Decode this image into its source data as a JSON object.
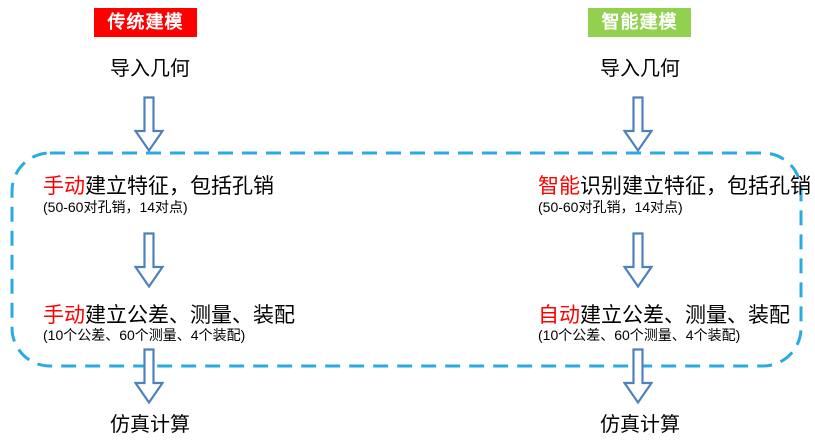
{
  "palette": {
    "traditional_header_bg": "#ff0000",
    "intelligent_header_bg": "#92d050",
    "highlight_red": "#ff0000",
    "arrow_blue": "#4f81bd",
    "dash_box_blue": "#29abe2",
    "text_black": "#000000"
  },
  "boundary_box": {
    "style": "dashed rounded rectangle",
    "meaning": "steps enclosed by the dashed boundary"
  },
  "columns": [
    {
      "id": "traditional",
      "header": "传统建模",
      "import_label": "导入几何",
      "step1": {
        "highlight": "手动",
        "rest": "建立特征，包括孔销",
        "sub": "(50-60对孔销，14对点)"
      },
      "step2": {
        "highlight": "手动",
        "rest": "建立公差、测量、装配",
        "sub": "(10个公差、60个测量、4个装配)"
      },
      "final_label": "仿真计算"
    },
    {
      "id": "intelligent",
      "header": "智能建模",
      "import_label": "导入几何",
      "step1": {
        "highlight": "智能",
        "rest": "识别建立特征，包括孔销",
        "sub": "(50-60对孔销，14对点)"
      },
      "step2": {
        "highlight": "自动",
        "rest": "建立公差、测量、装配",
        "sub": "(10个公差、60个测量、4个装配)"
      },
      "final_label": "仿真计算"
    }
  ]
}
